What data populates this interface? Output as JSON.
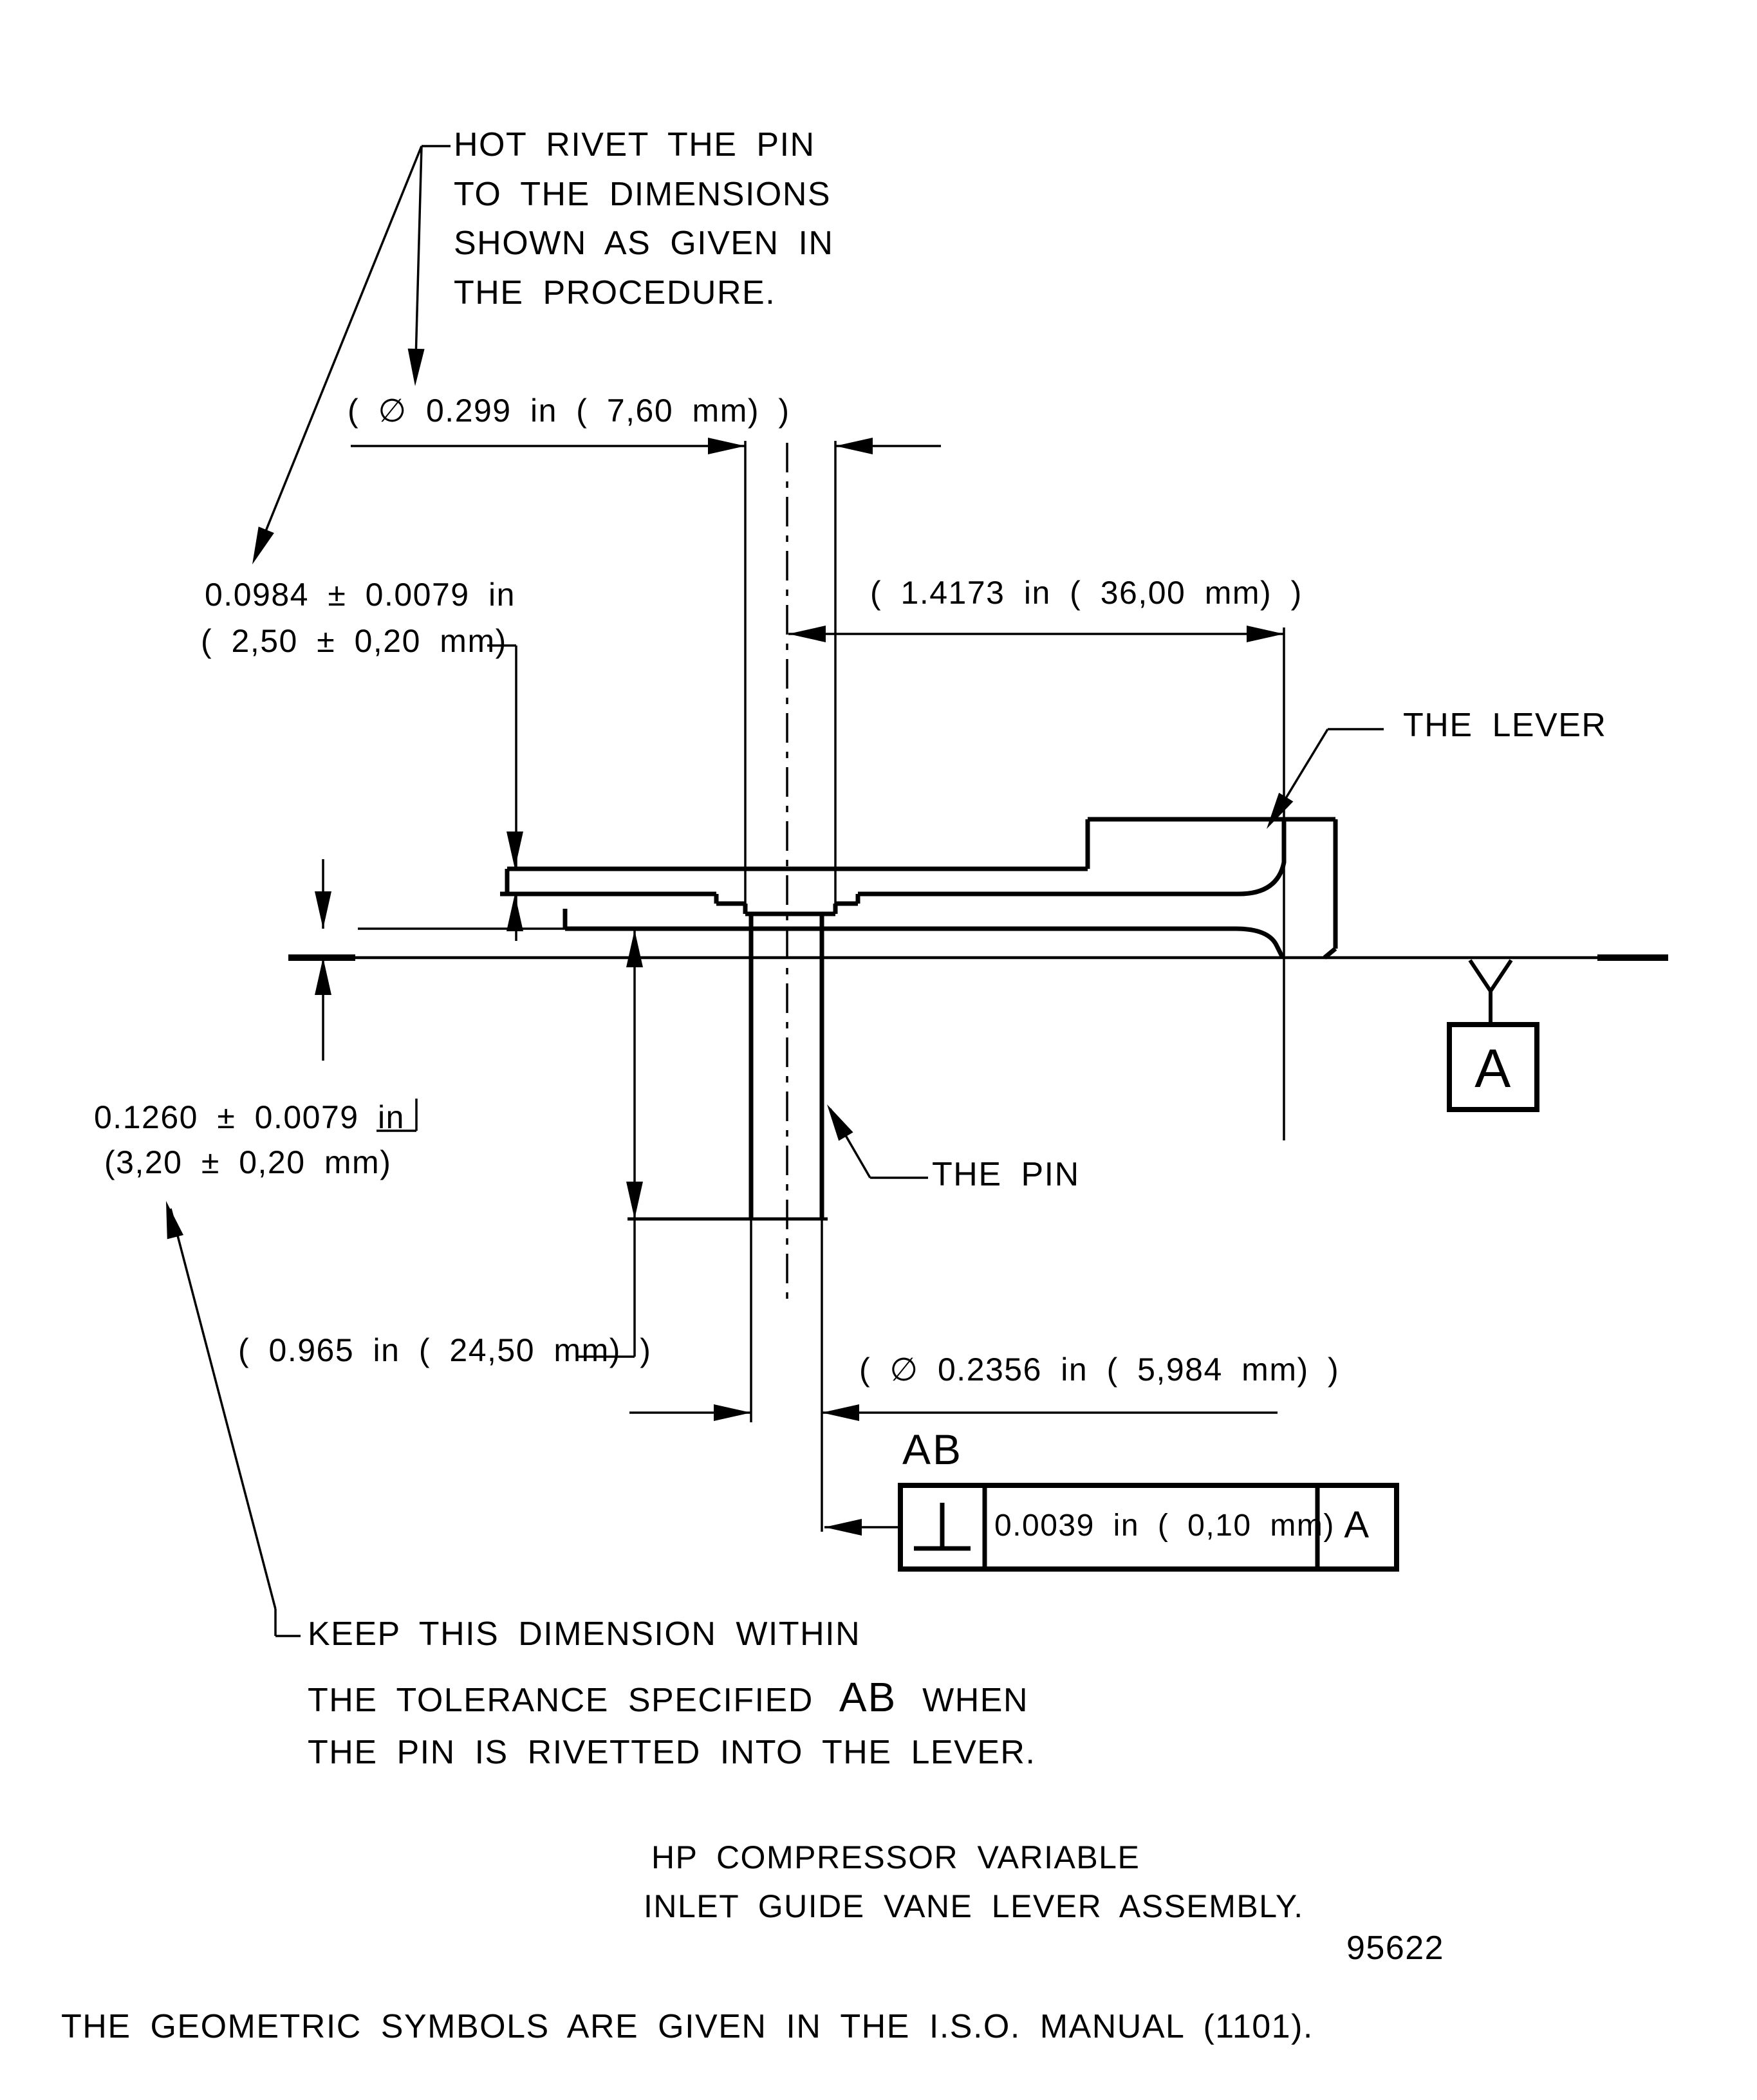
{
  "annotations": {
    "rivet_note": {
      "line1": "HOT RIVET THE PIN",
      "line2": "TO THE DIMENSIONS",
      "line3": "SHOWN AS GIVEN IN",
      "line4": "THE PROCEDURE."
    },
    "keep_note": {
      "line1": "KEEP THIS DIMENSION WITHIN",
      "line2_before": "THE TOLERANCE SPECIFIED",
      "line2_ref": "AB",
      "line2_after": "WHEN",
      "line3": "THE PIN IS RIVETTED INTO THE LEVER."
    },
    "lever_label": "THE LEVER",
    "pin_label": "THE PIN",
    "ab_reference": "AB"
  },
  "dimensions": {
    "pin_head_diameter": "( ∅ 0.299 in ( 7,60 mm) )",
    "head_height_in": "0.0984 ± 0.0079 in",
    "head_height_mm": "( 2,50  ± 0,20 mm)",
    "lever_length": "( 1.4173 in ( 36,00 mm) )",
    "plate_offset_in": "0.1260 ± 0.0079 in",
    "plate_offset_mm": "(3,20  ± 0,20 mm)",
    "pin_length": "( 0.965 in ( 24,50 mm) )",
    "pin_shaft_diameter": "( ∅ 0.2356 in ( 5,984 mm) )"
  },
  "feature_control_frame": {
    "symbol_name": "perpendicularity",
    "tolerance": "0.0039 in  ( 0,10 mm)",
    "datum_ref": "A"
  },
  "datum": {
    "label": "A"
  },
  "title_block": {
    "title_line1": "HP  COMPRESSOR  VARIABLE",
    "title_line2": "INLET GUIDE VANE LEVER ASSEMBLY.",
    "drawing_number": "95622",
    "footer_note": "THE GEOMETRIC SYMBOLS ARE GIVEN IN THE I.S.O. MANUAL (1101)."
  },
  "colors": {
    "ink": "#000000",
    "paper": "#ffffff"
  }
}
